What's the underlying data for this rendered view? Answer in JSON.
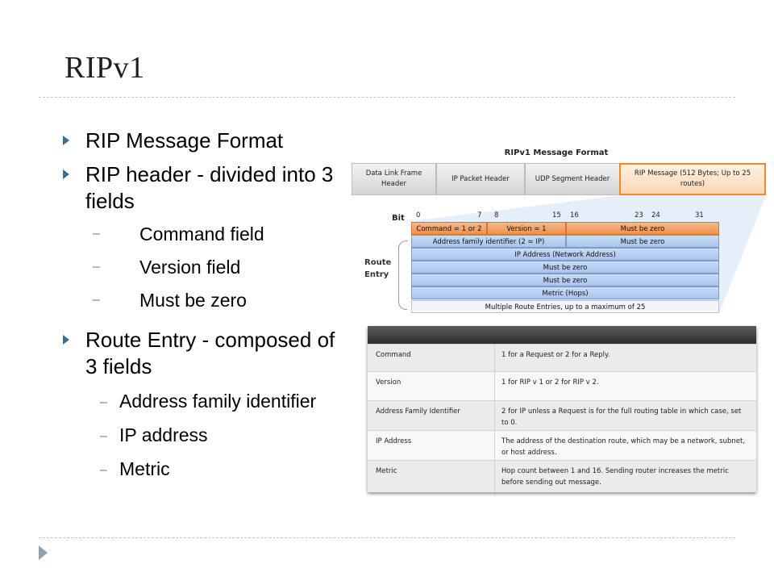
{
  "slide": {
    "title": "RIPv1",
    "bullets": [
      {
        "text": "RIP Message Format"
      },
      {
        "text": "RIP header - divided into 3 fields",
        "sub": [
          "Command field",
          "Version field",
          "Must be zero"
        ]
      },
      {
        "text": "Route Entry - composed of 3 fields",
        "sub": [
          "Address family identifier",
          "IP address",
          "Metric"
        ]
      }
    ]
  },
  "diagram": {
    "title": "RIPv1 Message Format",
    "frame_boxes": [
      "Data Link Frame Header",
      "IP Packet Header",
      "UDP Segment Header",
      "RIP Message (512 Bytes; Up to 25 routes)"
    ],
    "bit_label": "Bit",
    "bits": [
      "0",
      "7",
      "8",
      "15",
      "16",
      "23",
      "24",
      "31"
    ],
    "rows": {
      "command": "Command = 1 or 2",
      "version": "Version = 1",
      "zero1": "Must be zero",
      "afi": "Address family identifier (2 = IP)",
      "zero2": "Must be zero",
      "ip": "IP Address (Network Address)",
      "zero3": "Must be zero",
      "zero4": "Must be zero",
      "metric": "Metric (Hops)",
      "multiple": "Multiple Route Entries, up to a maximum of 25"
    },
    "route_label_1": "Route",
    "route_label_2": "Entry",
    "colors": {
      "header": "#ef8f4c",
      "entry": "#a8c4ec",
      "highlight": "#f08a26"
    }
  },
  "table": {
    "rows": [
      {
        "field": "Command",
        "desc": "1 for a Request or 2 for a Reply."
      },
      {
        "field": "Version",
        "desc": "1 for RIP v 1 or 2 for RIP v 2."
      },
      {
        "field": "Address Family Identifier",
        "desc": "2 for IP unless a Request is for the full routing table in which case, set to 0."
      },
      {
        "field": "IP Address",
        "desc": "The address of the destination route, which may be a network, subnet, or host address."
      },
      {
        "field": "Metric",
        "desc": "Hop count between 1 and 16. Sending router increases the metric before sending out message."
      }
    ]
  }
}
